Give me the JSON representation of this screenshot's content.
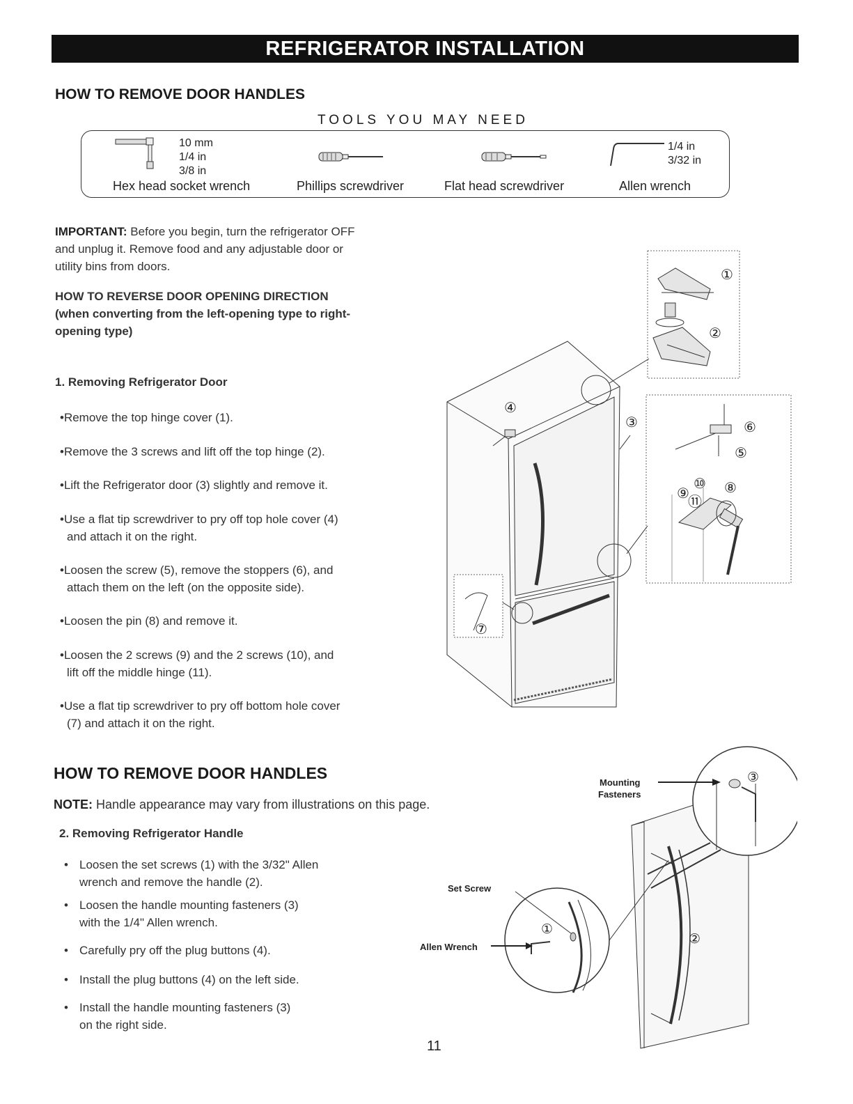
{
  "banner": "REFRIGERATOR INSTALLATION",
  "section1_heading": "HOW TO REMOVE DOOR HANDLES",
  "tools_title": "TOOLS YOU MAY NEED",
  "tools": [
    {
      "label": "Hex head socket wrench",
      "sizes": [
        "10 mm",
        "1/4 in",
        "3/8 in"
      ]
    },
    {
      "label": "Phillips screwdriver",
      "sizes": []
    },
    {
      "label": "Flat head screwdriver",
      "sizes": []
    },
    {
      "label": "Allen wrench",
      "sizes": [
        "1/4 in",
        "3/32 in"
      ]
    }
  ],
  "important_label": "IMPORTANT:",
  "important_lines": [
    "Before you begin, turn the refrigerator OFF",
    "and unplug it. Remove food and any adjustable door or",
    "utility bins from doors."
  ],
  "reverse_heading_lines": [
    "HOW TO REVERSE DOOR OPENING DIRECTION",
    "(when converting from the left-opening type to right-",
    "opening type)"
  ],
  "step1_heading": "1. Removing Refrigerator Door",
  "step1_bullets": [
    [
      "•Remove the top hinge cover (1)."
    ],
    [
      "•Remove the 3 screws and lift off the top hinge (2)."
    ],
    [
      "•Lift the Refrigerator door (3) slightly and remove it."
    ],
    [
      "•Use a flat tip screwdriver to pry off top hole cover (4)",
      "and attach it on the right."
    ],
    [
      "•Loosen the screw (5), remove the stoppers (6), and",
      "attach them on the left (on the opposite side)."
    ],
    [
      "•Loosen the pin (8) and remove it."
    ],
    [
      "•Loosen the 2 screws (9) and the 2 screws (10), and",
      "lift off the middle hinge (11)."
    ],
    [
      "•Use a flat tip screwdriver to pry off bottom hole cover",
      "(7) and attach it on the right."
    ]
  ],
  "diagram1_numbers": [
    "①",
    "②",
    "③",
    "④",
    "⑤",
    "⑥",
    "⑦",
    "⑧",
    "⑨",
    "⑩",
    "⑪"
  ],
  "section2_heading": "HOW TO REMOVE DOOR HANDLES",
  "note_label": "NOTE:",
  "note_text": "Handle appearance may vary from illustrations on this page.",
  "step2_heading": "2. Removing Refrigerator Handle",
  "step2_bullets": [
    [
      "•",
      "Loosen the set screws (1) with the 3/32\" Allen",
      "wrench and remove the handle (2)."
    ],
    [
      "•",
      "Loosen the handle mounting fasteners (3)",
      "with the 1/4\" Allen wrench."
    ],
    [
      "•",
      "Carefully pry off the plug buttons (4).",
      ""
    ],
    [
      "•",
      "Install the plug buttons (4) on the left side.",
      ""
    ],
    [
      "•",
      "Install the handle mounting fasteners (3)",
      "on the right side."
    ]
  ],
  "diagram2": {
    "mounting": "Mounting",
    "fasteners": "Fasteners",
    "set_screw": "Set Screw",
    "allen_wrench": "Allen Wrench",
    "n1": "①",
    "n2": "②",
    "n3": "③"
  },
  "page_number": "11"
}
